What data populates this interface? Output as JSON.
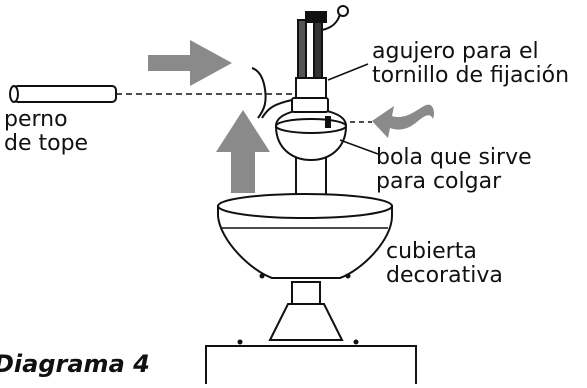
{
  "labels": {
    "stop_bolt": "perno\nde tope",
    "set_screw_hole": "agujero para el\ntornillo de fijación",
    "hanger_ball": "bola que sirve\npara colgar",
    "canopy_cover": "cubierta\ndecorativa"
  },
  "title": "Diagrama 4",
  "colors": {
    "arrow_fill": "#8a8a8a",
    "line": "#111111",
    "background": "#ffffff"
  },
  "icons": {
    "push_arrow": "right-arrow-icon",
    "lift_arrow": "up-arrow-icon",
    "curved_arrow": "curved-arrow-icon"
  }
}
